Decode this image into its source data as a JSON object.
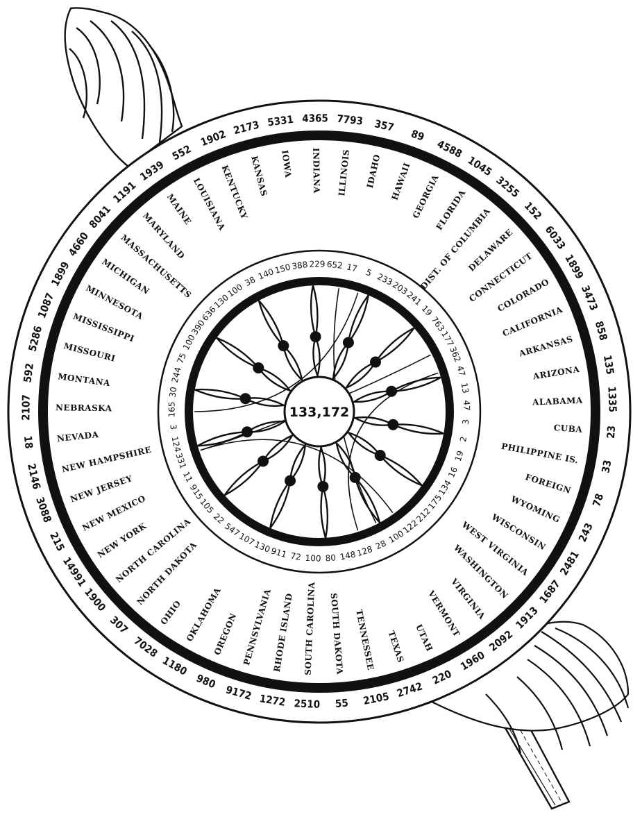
{
  "center_total": "133,172",
  "states": [
    {
      "name": "CUBA",
      "outer": "23",
      "inner": "3"
    },
    {
      "name": "PHILIPPINE IS.",
      "outer": "33",
      "inner": "2"
    },
    {
      "name": "FOREIGN",
      "outer": "78",
      "inner": "19"
    },
    {
      "name": "WYOMING",
      "outer": "243",
      "inner": "16"
    },
    {
      "name": "WISCONSIN",
      "outer": "2481",
      "inner": "134"
    },
    {
      "name": "WEST VIRGINIA",
      "outer": "1687",
      "inner": "175"
    },
    {
      "name": "WASHINGTON",
      "outer": "1913",
      "inner": "212"
    },
    {
      "name": "VIRGINIA",
      "outer": "2092",
      "inner": "122"
    },
    {
      "name": "VERMONT",
      "outer": "1960",
      "inner": "100"
    },
    {
      "name": "UTAH",
      "outer": "220",
      "inner": "28"
    },
    {
      "name": "TEXAS",
      "outer": "2742",
      "inner": "128"
    },
    {
      "name": "TENNESSEE",
      "outer": "2105",
      "inner": "148"
    },
    {
      "name": "SOUTH DAKOTA",
      "outer": "55",
      "inner": "80"
    },
    {
      "name": "SOUTH CAROLINA",
      "outer": "2510",
      "inner": "100"
    },
    {
      "name": "RHODE ISLAND",
      "outer": "1272",
      "inner": "72"
    },
    {
      "name": "PENNSYLVANIA",
      "outer": "9172",
      "inner": "911"
    },
    {
      "name": "OREGON",
      "outer": "980",
      "inner": "130"
    },
    {
      "name": "OKLAHOMA",
      "outer": "1180",
      "inner": "107"
    },
    {
      "name": "OHIO",
      "outer": "7028",
      "inner": "547"
    },
    {
      "name": "NORTH DAKOTA",
      "outer": "307",
      "inner": "22"
    },
    {
      "name": "NORTH CAROLINA",
      "outer": "1900",
      "inner": "105"
    },
    {
      "name": "NEW YORK",
      "outer": "14991",
      "inner": "915"
    },
    {
      "name": "NEW MEXICO",
      "outer": "215",
      "inner": "11"
    },
    {
      "name": "NEW JERSEY",
      "outer": "3088",
      "inner": "331"
    },
    {
      "name": "NEW HAMPSHIRE",
      "outer": "2146",
      "inner": "124"
    },
    {
      "name": "NEVADA",
      "outer": "18",
      "inner": "3"
    },
    {
      "name": "NEBRASKA",
      "outer": "2107",
      "inner": "165"
    },
    {
      "name": "MONTANA",
      "outer": "592",
      "inner": "30"
    },
    {
      "name": "MISSOURI",
      "outer": "5286",
      "inner": "244"
    },
    {
      "name": "MISSISSIPPI",
      "outer": "1087",
      "inner": "75"
    },
    {
      "name": "MINNESOTA",
      "outer": "1899",
      "inner": "100"
    },
    {
      "name": "MICHIGAN",
      "outer": "4660",
      "inner": "390"
    },
    {
      "name": "MASSACHUSETTS",
      "outer": "8041",
      "inner": "636"
    },
    {
      "name": "MARYLAND",
      "outer": "1191",
      "inner": "130"
    },
    {
      "name": "MAINE",
      "outer": "1939",
      "inner": "100"
    },
    {
      "name": "LOUISIANA",
      "outer": "552",
      "inner": "38"
    },
    {
      "name": "KENTUCKY",
      "outer": "1902",
      "inner": "140"
    },
    {
      "name": "KANSAS",
      "outer": "2173",
      "inner": "150"
    },
    {
      "name": "IOWA",
      "outer": "5331",
      "inner": "388"
    },
    {
      "name": "INDIANA",
      "outer": "4365",
      "inner": "229"
    },
    {
      "name": "ILLINOIS",
      "outer": "7793",
      "inner": "652"
    },
    {
      "name": "IDAHO",
      "outer": "357",
      "inner": "17"
    },
    {
      "name": "HAWAII",
      "outer": "89",
      "inner": "5"
    },
    {
      "name": "GEORGIA",
      "outer": "4588",
      "inner": "233"
    },
    {
      "name": "FLORIDA",
      "outer": "1045",
      "inner": "203"
    },
    {
      "name": "DIST. OF COLUMBIA",
      "outer": "3255",
      "inner": "241"
    },
    {
      "name": "DELAWARE",
      "outer": "152",
      "inner": "19"
    },
    {
      "name": "CONNECTICUT",
      "outer": "6033",
      "inner": "763"
    },
    {
      "name": "COLORADO",
      "outer": "1899",
      "inner": "177"
    },
    {
      "name": "CALIFORNIA",
      "outer": "3473",
      "inner": "362"
    },
    {
      "name": "ARKANSAS",
      "outer": "858",
      "inner": "47"
    },
    {
      "name": "ARIZONA",
      "outer": "135",
      "inner": "13"
    },
    {
      "name": "ALABAMA",
      "outer": "1335",
      "inner": "47"
    }
  ]
}
